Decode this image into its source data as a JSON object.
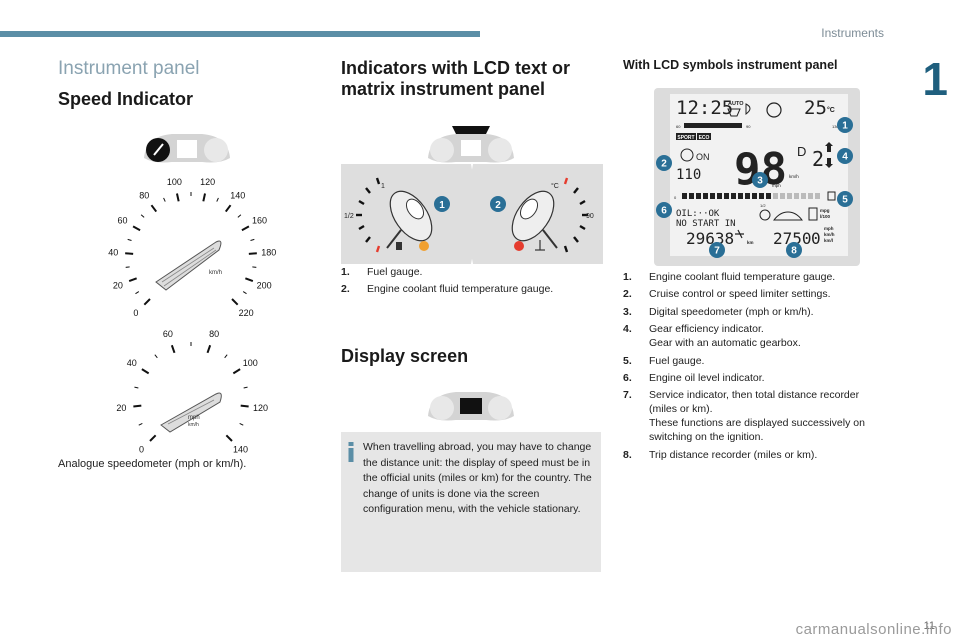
{
  "header": {
    "section_title": "Instruments",
    "chapter_number": "1",
    "page_number": "11"
  },
  "col1": {
    "title": "Instrument panel",
    "subtitle": "Speed Indicator",
    "kmh_unit": "km/h",
    "kmh_ticks": [
      "0",
      "20",
      "40",
      "60",
      "80",
      "100",
      "120",
      "140",
      "160",
      "180",
      "200",
      "220"
    ],
    "mph_unit": "mph",
    "mph_sub_unit": "km/h",
    "mph_ticks": [
      "0",
      "20",
      "40",
      "60",
      "80",
      "100",
      "120",
      "140"
    ],
    "caption": "Analogue speedometer (mph or km/h)."
  },
  "col2": {
    "title": "Indicators with LCD text or matrix instrument panel",
    "gauge_labels": {
      "fuel_full": "1",
      "fuel_half": "1/2",
      "temp_unit": "°C",
      "temp_max": "90"
    },
    "callouts": [
      "1",
      "2"
    ],
    "items": [
      {
        "n": "1.",
        "text": "Fuel gauge."
      },
      {
        "n": "2.",
        "text": "Engine coolant fluid temperature gauge."
      }
    ],
    "display_title": "Display screen",
    "info_text": "When travelling abroad, you may have to change the distance unit: the display of speed must be in the official units (miles or km) for the country. The change of units is done via the screen configuration menu, with the vehicle stationary."
  },
  "col3": {
    "title": "With LCD symbols instrument panel",
    "lcd": {
      "time": "12:25",
      "auto": "AUTO",
      "temp": "25",
      "temp_unit": "°C",
      "sport": "SPORT",
      "eco": "ECO",
      "speed": "98",
      "speed_unit": "km/h",
      "mph": "mph",
      "cruise_on": "ON",
      "cruise_speed": "110",
      "gear": "D",
      "gear_num": "2",
      "oil_line1": "OIL:··OK",
      "oil_line2": "NO START IN",
      "odometer": "29638",
      "odo_unit": "km",
      "trip": "2750",
      "trip_decimal": "0",
      "units": [
        "mpg",
        "l/100",
        "mph",
        "km/h",
        "km/l"
      ],
      "scale_60": "60",
      "scale_90": "90",
      "scale_130": "130",
      "fuel_half": "1/2"
    },
    "callouts": [
      "1",
      "2",
      "3",
      "4",
      "5",
      "6",
      "7",
      "8"
    ],
    "items": [
      {
        "n": "1.",
        "text": "Engine coolant fluid temperature gauge."
      },
      {
        "n": "2.",
        "text": "Cruise control or speed limiter settings."
      },
      {
        "n": "3.",
        "text": "Digital speedometer (mph or km/h)."
      },
      {
        "n": "4.",
        "text": "Gear efficiency indicator.",
        "text2": "Gear with an automatic gearbox."
      },
      {
        "n": "5.",
        "text": "Fuel gauge."
      },
      {
        "n": "6.",
        "text": "Engine oil level indicator."
      },
      {
        "n": "7.",
        "text": "Service indicator, then total distance recorder (miles or km).",
        "text2": "These functions are displayed successively on switching on the ignition."
      },
      {
        "n": "8.",
        "text": "Trip distance recorder (miles or km)."
      }
    ]
  },
  "watermark": "carmanualsonline.info",
  "colors": {
    "accent_blue": "#1f5f7e",
    "callout_blue": "#2a6f96",
    "bar_blue": "#5b8ea6",
    "heading_grey": "#8aa3b1",
    "info_icon": "#5b8ea6"
  }
}
